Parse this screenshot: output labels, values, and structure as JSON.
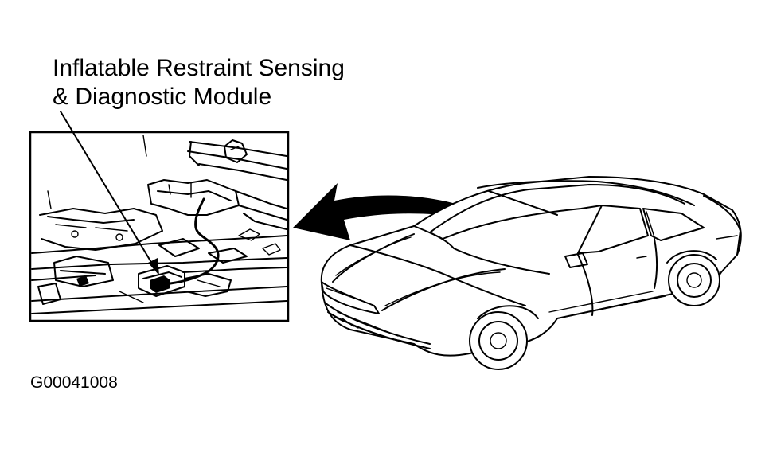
{
  "callout": {
    "line1": "Inflatable Restraint Sensing",
    "line2": "& Diagnostic Module"
  },
  "figure_id": "G00041008",
  "colors": {
    "ink": "#000000",
    "paper": "#ffffff"
  }
}
